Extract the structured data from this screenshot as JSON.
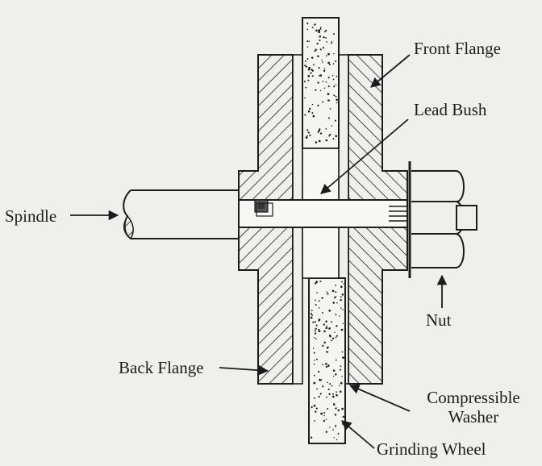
{
  "labels": {
    "front_flange": "Front Flange",
    "lead_bush": "Lead Bush",
    "spindle": "Spindle",
    "nut": "Nut",
    "back_flange": "Back Flange",
    "compressible_line1": "Compressible",
    "compressible_line2": "Washer",
    "grinding_wheel": "Grinding Wheel"
  },
  "colors": {
    "ink": "#1c1c1c",
    "paper": "#efefed",
    "wheel_fill": "#f4f4f2",
    "bush_fill": "#f7f7f5"
  }
}
